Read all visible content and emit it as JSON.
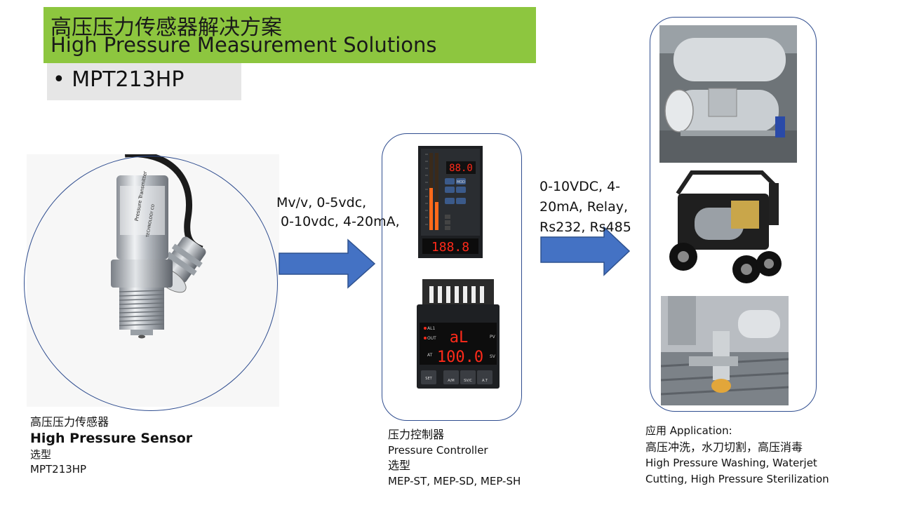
{
  "title": {
    "cn": "高压压力传感器解决方案",
    "en": "High Pressure Measurement Solutions"
  },
  "model": "• MPT213HP",
  "sensor": {
    "caption_cn": "高压压力传感器",
    "caption_en": "High Pressure Sensor",
    "select_label": "选型",
    "select_value": "MPT213HP",
    "body_label": "Pressure Transmitter",
    "body_brand": "TECHNOLOGY CO"
  },
  "signal_in": {
    "line1": "Mv/v, 0-5vdc,",
    "line2": " 0-10vdc, 4-20mA,"
  },
  "signal_out": {
    "line1": "0-10VDC, 4-",
    "line2": "20mA, Relay,",
    "line3": "Rs232, Rs485"
  },
  "controller": {
    "caption_cn": "压力控制器",
    "caption_en": "Pressure Controller",
    "select_label": "选型",
    "select_value": "MEP-ST, MEP-SD, MEP-SH",
    "device1": {
      "display_top": "88.0",
      "display_bottom": "188.8",
      "mod_label": "MOD"
    },
    "device2": {
      "pv_value": "aL",
      "sv_value": "100.0",
      "labels": [
        "AL1",
        "OUT",
        "AT"
      ],
      "pv_label": "PV",
      "sv_label": "SV",
      "buttons": [
        "SET",
        "A/M",
        "SV/C",
        "A.T"
      ]
    }
  },
  "application": {
    "title": "应用 Application:",
    "cn": "高压冲洗，水刀切割，高压消毒",
    "en_line1": "High Pressure Washing, Waterjet",
    "en_line2": "Cutting, High Pressure Sterilization"
  },
  "colors": {
    "title_bg": "#8dc63f",
    "model_bg": "#e6e6e6",
    "arrow": "#4472c4",
    "outline": "#2f4d8f",
    "led_red": "#ff2a1a"
  }
}
